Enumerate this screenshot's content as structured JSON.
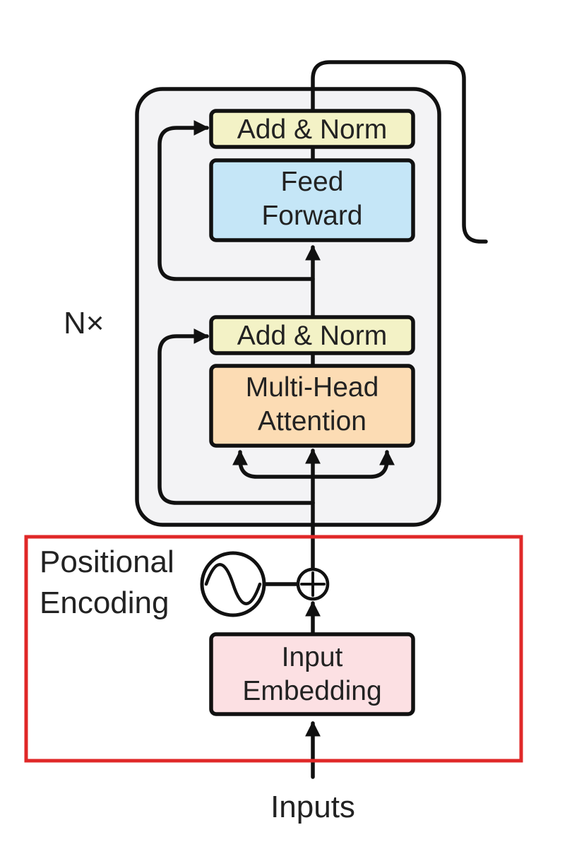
{
  "diagram": {
    "blocks": {
      "add_norm_top": "Add & Norm",
      "feed_forward": [
        "Feed",
        "Forward"
      ],
      "add_norm_bottom": "Add & Norm",
      "multi_head_attention": [
        "Multi-Head",
        "Attention"
      ],
      "input_embedding": [
        "Input",
        "Embedding"
      ]
    },
    "repeat_label": "N×",
    "positional_encoding": [
      "Positional",
      "Encoding"
    ],
    "inputs_label": "Inputs"
  },
  "colors": {
    "add_norm_fill": "#f3f2c6",
    "feed_forward_fill": "#c5e6f7",
    "attention_fill": "#fcdcb4",
    "embedding_fill": "#fce0e3",
    "encoder_stack_fill": "#f3f3f5",
    "highlight_frame": "#e02828",
    "line": "#111111"
  },
  "icons": {
    "positional_encoding_symbol": "sine-wave-circle-icon",
    "addition_symbol": "circled-plus-icon"
  }
}
